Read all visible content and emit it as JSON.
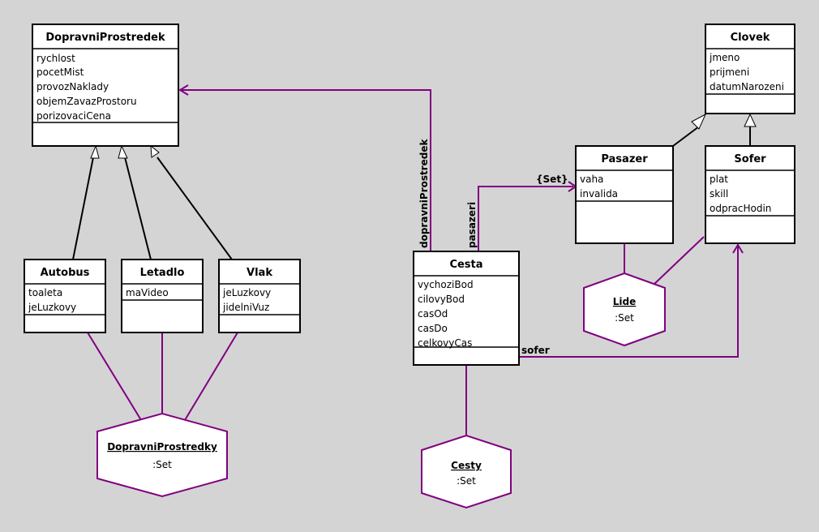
{
  "classes": {
    "dopravni": {
      "name": "DopravniProstredek",
      "attrs": [
        "rychlost",
        "pocetMist",
        "provozNaklady",
        "objemZavazProstoru",
        "porizovaciCena"
      ]
    },
    "autobus": {
      "name": "Autobus",
      "attrs": [
        "toaleta",
        "jeLuzkovy"
      ]
    },
    "letadlo": {
      "name": "Letadlo",
      "attrs": [
        "maVideo"
      ]
    },
    "vlak": {
      "name": "Vlak",
      "attrs": [
        "jeLuzkovy",
        "jidelniVuz"
      ]
    },
    "cesta": {
      "name": "Cesta",
      "attrs": [
        "vychoziBod",
        "cilovyBod",
        "casOd",
        "casDo",
        "celkovyCas"
      ]
    },
    "clovek": {
      "name": "Clovek",
      "attrs": [
        "jmeno",
        "prijmeni",
        "datumNarozeni"
      ]
    },
    "pasazer": {
      "name": "Pasazer",
      "attrs": [
        "vaha",
        "invalida"
      ]
    },
    "sofer": {
      "name": "Sofer",
      "attrs": [
        "plat",
        "skill",
        "odpracHodin"
      ]
    }
  },
  "sets": {
    "dopravni_set": {
      "name": "DopravniProstredky",
      "type": ":Set"
    },
    "cesty_set": {
      "name": "Cesty",
      "type": ":Set"
    },
    "lide_set": {
      "name": "Lide",
      "type": ":Set"
    }
  },
  "associations": {
    "dopravni_label": "dopravniProstredek",
    "pasazeri_label": "pasazeri",
    "set_label": "{Set}",
    "sofer_label": "sofer"
  },
  "colors": {
    "background": "#d4d4d4",
    "association": "#800080",
    "class_fill": "#ffffff",
    "line": "#000000"
  }
}
